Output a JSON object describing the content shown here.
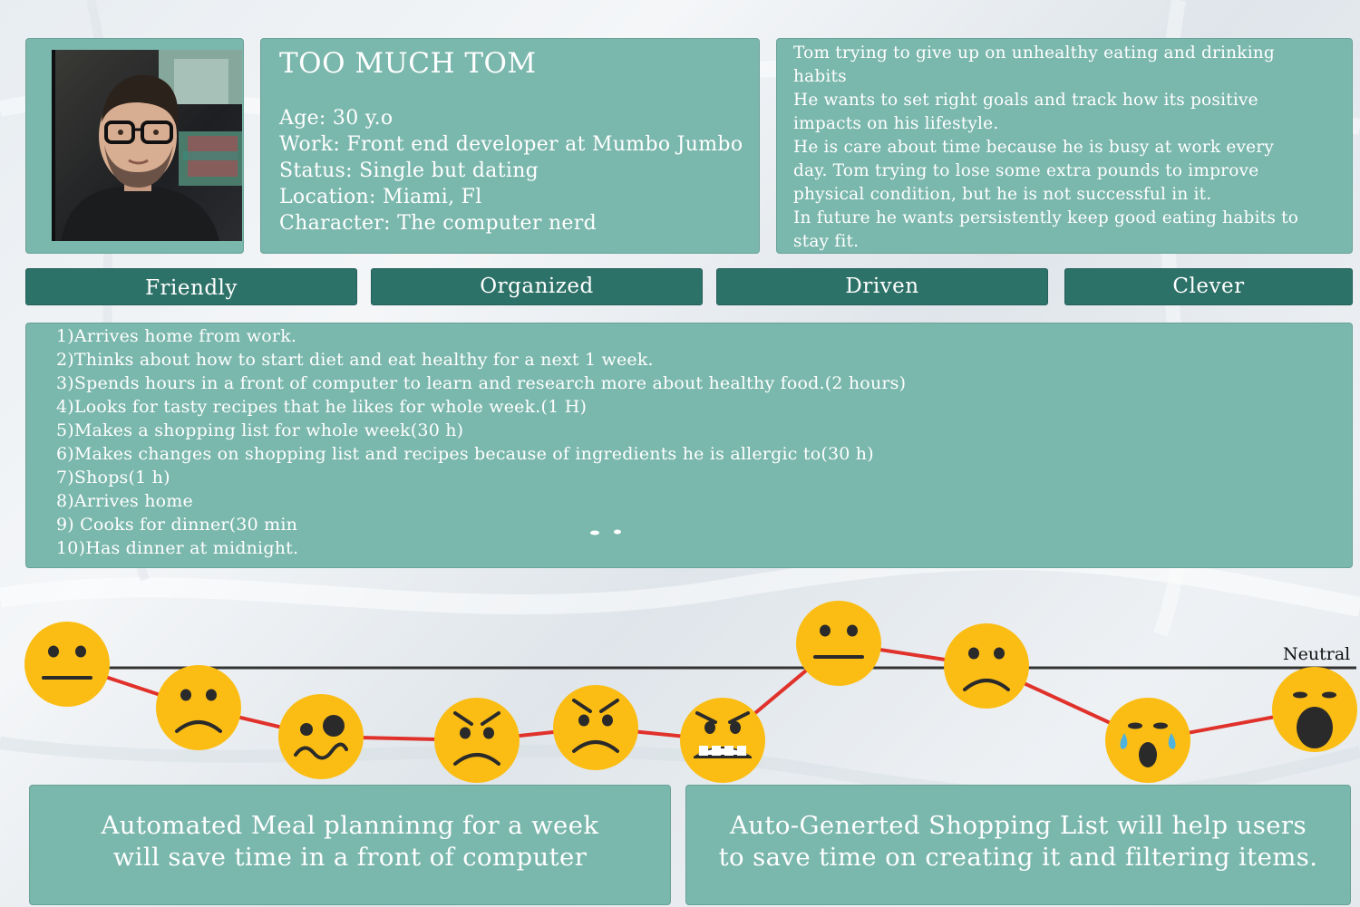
{
  "persona": {
    "name": "TOO MUCH TOM",
    "details": [
      "Age: 30 y.o",
      "Work: Front end developer at Mumbo Jumbo",
      "Status: Single but dating",
      "Location: Miami, Fl",
      "Character: The computer nerd"
    ]
  },
  "bio": [
    "Tom trying to give up on unhealthy eating and drinking",
    "habits",
    "He wants to set right goals and track how its positive",
    "impacts on his lifestyle.",
    "He is care about time because he is busy at work every",
    "day. Tom trying to lose some extra pounds to improve",
    "physical condition, but he is not successful in it.",
    "In future he wants persistently keep good eating habits to",
    "stay fit."
  ],
  "traits": [
    "Friendly",
    "Organized",
    "Driven",
    "Clever"
  ],
  "scenario": [
    "1)Arrives home from work.",
    "2)Thinks about how to start diet and eat healthy for a next 1 week.",
    "3)Spends hours in a front of computer to learn and research more about healthy food.(2 hours)",
    "4)Looks for tasty recipes that he likes for whole week.(1 H)",
    "5)Makes a shopping list for whole week(30 h)",
    "6)Makes changes on shopping list and recipes because of ingredients he is allergic to(30 h)",
    "7)Shops(1 h)",
    "8)Arrives home",
    "9) Cooks for dinner(30 min",
    "10)Has dinner at midnight."
  ],
  "journey": {
    "neutral_label": "Neutral",
    "emotions": [
      "neutral",
      "sad",
      "confused",
      "angry",
      "angry",
      "furious",
      "neutral",
      "sad",
      "crying",
      "shocked"
    ],
    "colors": {
      "face": "#fbbd14",
      "features": "#2a2a2a",
      "line": "#e0312b",
      "baseline": "#333333",
      "tear": "#4fb3e0"
    }
  },
  "solutions": {
    "meal": [
      "Automated Meal planninng for a week",
      "will save time in a front of computer"
    ],
    "shopping": [
      "Auto-Generted Shopping List will help users",
      "to save time on creating it and filtering items."
    ]
  },
  "colors": {
    "panel": "#7ab7ac",
    "trait": "#2d7268",
    "text": "#ffffff"
  }
}
